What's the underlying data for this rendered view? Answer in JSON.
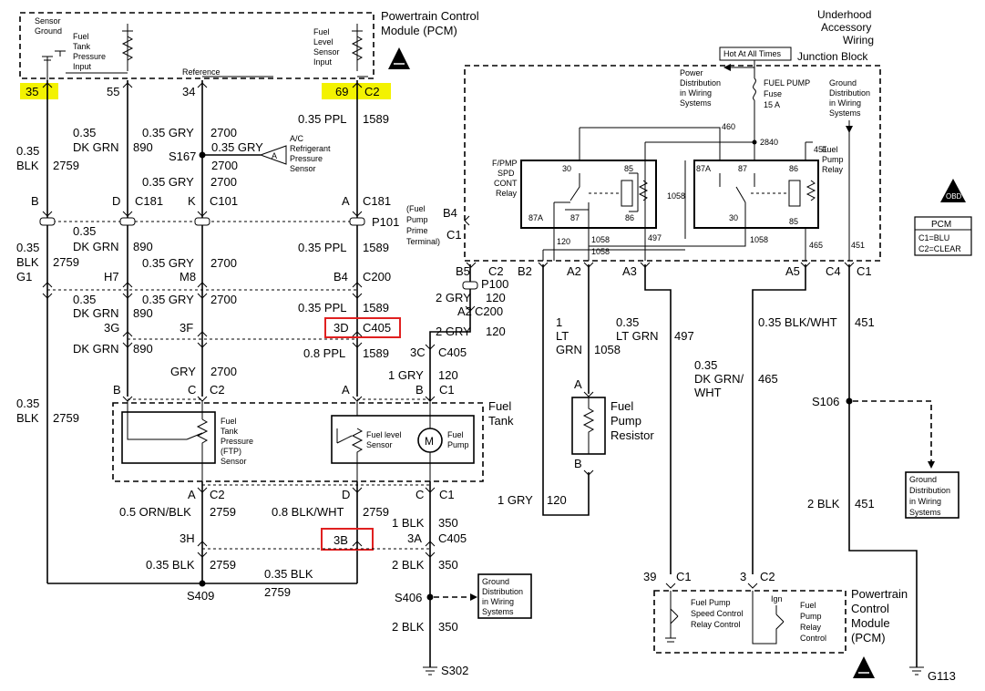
{
  "colors": {
    "pin_highlight": "#f3f200",
    "connector_highlight": "#e02020"
  },
  "pcm_top": {
    "title1": "Powertrain Control",
    "title2": "Module (PCM)",
    "sensor_ground1": "Sensor",
    "sensor_ground2": "Ground",
    "ftp_input1": "Fuel",
    "ftp_input2": "Tank",
    "ftp_input3": "Pressure",
    "ftp_input4": "Input",
    "level_input1": "Fuel",
    "level_input2": "Level",
    "level_input3": "Sensor",
    "level_input4": "Input",
    "reference": "Reference",
    "pins": [
      "35",
      "55",
      "34",
      "69"
    ],
    "pin69_conn": "C2"
  },
  "wires": {
    "w1_gauge": "0.35",
    "w1_color": "BLK",
    "w1_circuit": "2759",
    "w2_gauge": "0.35",
    "w2_color": "DK GRN",
    "w2_circuit": "890",
    "w3_color": "0.35 GRY",
    "w3_circuit": "2700",
    "w4_color": "0.35 PPL",
    "w4_circuit": "1589",
    "s167": "S167",
    "s167_color": "0.35 GRY",
    "s167_circuit": "2700",
    "w3b_color": "0.35 GRY",
    "w3b_circuit": "2700",
    "ac_sensor1": "A/C",
    "ac_sensor2": "Refrigerant",
    "ac_sensor3": "Pressure",
    "ac_sensor4": "Sensor",
    "ac_pin": "A"
  },
  "c181": {
    "p1": "B",
    "p2": "D",
    "conn": "C181",
    "p3": "K",
    "conn2": "C101",
    "p4": "A",
    "conn3": "C181"
  },
  "p101": {
    "name": "P101",
    "prime1": "(Fuel",
    "prime2": "Pump",
    "prime3": "Prime",
    "prime4": "Terminal)"
  },
  "wires2": {
    "w1_gauge": "0.35",
    "w1_color": "BLK",
    "w1_circuit": "2759",
    "w2_gauge": "0.35",
    "w2_color": "DK GRN",
    "w2_circuit": "890",
    "w3_color": "0.35 GRY",
    "w3_circuit": "2700",
    "w4_color": "0.35 PPL",
    "w4_circuit": "1589"
  },
  "c200": {
    "p1": "G1",
    "p2": "H7",
    "p3": "M8",
    "p4": "B4",
    "conn": "C200"
  },
  "wires3": {
    "w2_gauge": "0.35",
    "w2_color": "DK GRN",
    "w2_circuit": "890",
    "w3_color": "0.35 GRY",
    "w3_circuit": "2700",
    "w4_color": "0.35 PPL",
    "w4_circuit": "1589"
  },
  "c405": {
    "p2": "3G",
    "p3": "3F",
    "p4": "3D",
    "conn": "C405"
  },
  "wires4": {
    "w2_color": "DK GRN",
    "w2_circuit": "890",
    "w4_color": "0.8 PPL",
    "w4_circuit": "1589",
    "w3_color": "GRY",
    "w3_circuit": "2700",
    "w1_gauge": "0.35",
    "w1_color": "BLK",
    "w1_circuit": "2759"
  },
  "tank": {
    "label1": "Fuel",
    "label2": "Tank",
    "pin_b": "B",
    "pin_c": "C",
    "conn_c2": "C2",
    "pin_a": "A",
    "pin_b2": "B",
    "conn_c1": "C1",
    "ftp1": "Fuel",
    "ftp2": "Tank",
    "ftp3": "Pressure",
    "ftp4": "(FTP)",
    "ftp5": "Sensor",
    "level1": "Fuel level",
    "level2": "Sensor",
    "pump1": "Fuel",
    "pump2": "Pump",
    "motor": "M",
    "bot_a": "A",
    "bot_c2": "C2",
    "bot_d": "D",
    "bot_c": "C",
    "bot_c1": "C1"
  },
  "bottom": {
    "w_orn": "0.5 ORN/BLK",
    "w_orn_circuit": "2759",
    "w_blkwht": "0.8 BLK/WHT",
    "w_blkwht_circuit": "2759",
    "w_1blk": "1 BLK",
    "w_1blk_circuit": "350",
    "c405_3h": "3H",
    "c405_3b": "3B",
    "c405_3a": "3A",
    "c405_conn": "C405",
    "w_035blk": "0.35 BLK",
    "w_035blk_circuit": "2759",
    "w_035blk2": "0.35 BLK",
    "w_035blk2_circuit": "2759",
    "w_2blk": "2 BLK",
    "w_2blk_circuit": "350",
    "s409": "S409",
    "s406": "S406",
    "gd1": "Ground",
    "gd2": "Distribution",
    "gd3": "in Wiring",
    "gd4": "Systems",
    "w_2blk2": "2 BLK",
    "w_2blk2_circuit": "350",
    "s302": "S302"
  },
  "junction": {
    "title1": "Underhood",
    "title2": "Accessory",
    "title3": "Wiring",
    "title4": "Junction Block",
    "hot": "Hot At All Times",
    "pd1": "Power",
    "pd2": "Distribution",
    "pd3": "in Wiring",
    "pd4": "Systems",
    "fuse1": "FUEL PUMP",
    "fuse2": "Fuse",
    "fuse3": "15 A",
    "gd1": "Ground",
    "gd2": "Distribution",
    "gd3": "in Wiring",
    "gd4": "Systems",
    "w460": "460",
    "w2840": "2840",
    "w451": "451",
    "spd1": "F/PMP",
    "spd2": "SPD",
    "spd3": "CONT",
    "spd4": "Relay",
    "r1_30": "30",
    "r1_85": "85",
    "r1_87a": "87A",
    "r1_87": "87",
    "r1_86": "86",
    "r2_87a": "87A",
    "r2_87": "87",
    "r2_86": "86",
    "r2_30": "30",
    "r2_85": "85",
    "fpr1": "Fuel",
    "fpr2": "Pump",
    "fpr3": "Relay",
    "w1058": "1058",
    "w120": "120",
    "w1058b": "1058",
    "w1058c": "1058",
    "w497": "497",
    "w1058d": "1058",
    "w465": "465",
    "w451b": "451",
    "b4": "B4",
    "c1": "C1",
    "pins": [
      "B5",
      "C2",
      "B2",
      "A2",
      "A3",
      "A5",
      "C4",
      "C1"
    ]
  },
  "right": {
    "p100": "P100",
    "w_2gry": "2 GRY",
    "w_2gry_circuit": "120",
    "a2": "A2",
    "c200": "C200",
    "w_2gry2": "2 GRY",
    "w_2gry2_circuit": "120",
    "c405_3c": "3C",
    "c405": "C405",
    "w_1gry": "1 GRY",
    "w_1gry_circuit": "120",
    "w_ltgrn_g": "1",
    "w_ltgrn_c1": "LT",
    "w_ltgrn_c2": "GRN",
    "w_ltgrn_circuit": "1058",
    "w_ltgrn2_g": "0.35",
    "w_ltgrn2_c": "LT GRN",
    "w_ltgrn2_circuit": "497",
    "res_a": "A",
    "res1": "Fuel",
    "res2": "Pump",
    "res3": "Resistor",
    "res_b": "B",
    "w_1gry_bot": "1 GRY",
    "w_1gry_bot_circuit": "120",
    "w_dkgrn_g": "0.35",
    "w_dkgrn_c1": "DK GRN/",
    "w_dkgrn_c2": "WHT",
    "w_dkgrn_circuit": "465",
    "w_blkwht": "0.35 BLK/WHT",
    "w_blkwht_circuit": "451",
    "s106": "S106",
    "gd1": "Ground",
    "gd2": "Distribution",
    "gd3": "in Wiring",
    "gd4": "Systems",
    "w_2blk": "2 BLK",
    "w_2blk_circuit": "451",
    "g113": "G113",
    "pcm_pin39": "39",
    "pcm_c1": "C1",
    "pcm_pin3": "3",
    "pcm_c2": "C2",
    "sc1": "Fuel Pump",
    "sc2": "Speed Control",
    "sc3": "Relay Control",
    "ign": "Ign",
    "rc1": "Fuel",
    "rc2": "Pump",
    "rc3": "Relay",
    "rc4": "Control",
    "pcm1": "Powertrain",
    "pcm2": "Control",
    "pcm3": "Module",
    "pcm4": "(PCM)"
  },
  "legend": {
    "title": "PCM",
    "c1": "C1=BLU",
    "c2": "C2=CLEAR",
    "obd": "OBD II"
  }
}
